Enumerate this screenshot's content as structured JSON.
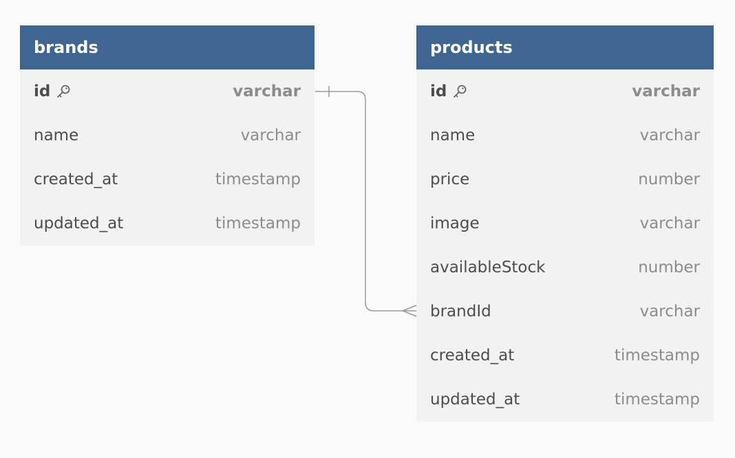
{
  "tables": [
    {
      "id": "brands",
      "name": "brands",
      "fields": [
        {
          "name": "id",
          "type": "varchar",
          "primary_key": true
        },
        {
          "name": "name",
          "type": "varchar",
          "primary_key": false
        },
        {
          "name": "created_at",
          "type": "timestamp",
          "primary_key": false
        },
        {
          "name": "updated_at",
          "type": "timestamp",
          "primary_key": false
        }
      ]
    },
    {
      "id": "products",
      "name": "products",
      "fields": [
        {
          "name": "id",
          "type": "varchar",
          "primary_key": true
        },
        {
          "name": "name",
          "type": "varchar",
          "primary_key": false
        },
        {
          "name": "price",
          "type": "number",
          "primary_key": false
        },
        {
          "name": "image",
          "type": "varchar",
          "primary_key": false
        },
        {
          "name": "availableStock",
          "type": "number",
          "primary_key": false
        },
        {
          "name": "brandId",
          "type": "varchar",
          "primary_key": false
        },
        {
          "name": "created_at",
          "type": "timestamp",
          "primary_key": false
        },
        {
          "name": "updated_at",
          "type": "timestamp",
          "primary_key": false
        }
      ]
    }
  ],
  "relationships": [
    {
      "from": "brands.id",
      "to": "products.brandId",
      "cardinality": "one-to-many"
    }
  ],
  "colors": {
    "header_bg": "#3f6691",
    "table_bg": "#f2f2f2",
    "canvas_bg": "#fafafa",
    "connector": "#999999"
  }
}
